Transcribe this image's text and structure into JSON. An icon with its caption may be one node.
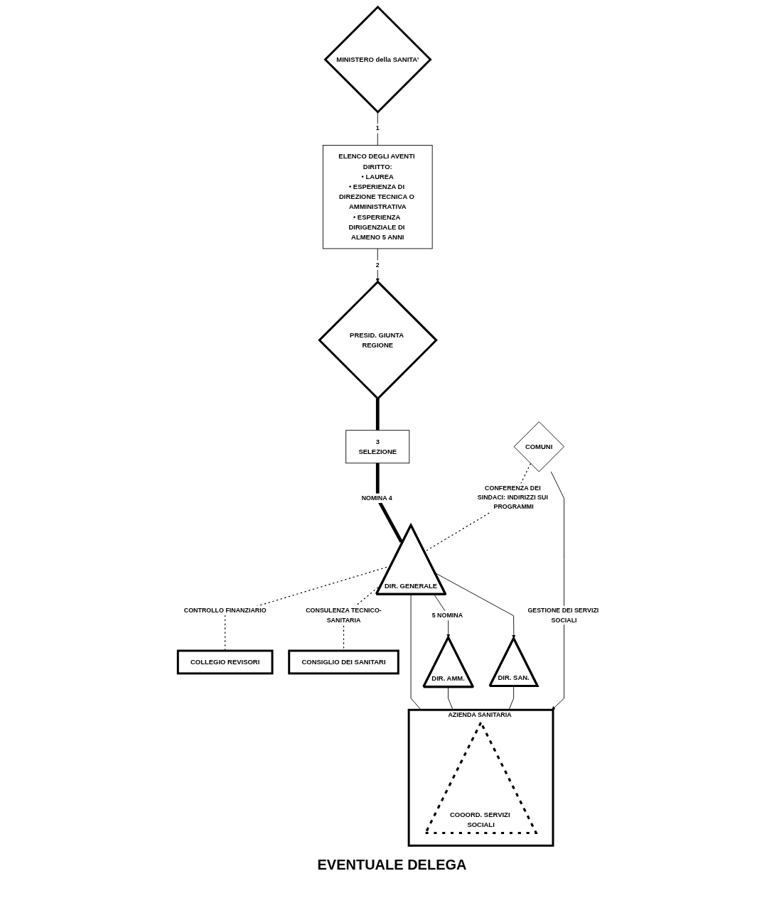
{
  "diagram": {
    "nodes": [
      {
        "text": [
          "MINISTERO della SANITA’"
        ]
      },
      {
        "text": [
          "ELENCO DEGLI AVENTI DIRITTO:",
          "• LAUREA",
          "• ESPERIENZA DI DIREZIONE TECNICA O AMMINISTRATIVA",
          "• ESPERIENZA DIRIGENZIALE DI ALMENO 5 ANNI"
        ]
      },
      {
        "text": [
          "PRESID. GIUNTA REGIONE"
        ]
      },
      {
        "text": [
          "3",
          "SELEZIONE"
        ]
      },
      {
        "text": [
          "DIR. GENERALE"
        ]
      },
      {
        "text": [
          "COMUNI"
        ]
      },
      {
        "text": [
          "COLLEGIO REVISORI"
        ]
      },
      {
        "text": [
          "CONSIGLIO DEI SANITARI"
        ]
      },
      {
        "text": [
          "DIR. AMM."
        ]
      },
      {
        "text": [
          "DIR. SAN."
        ]
      },
      {
        "text": [
          "AZIENDA SANITARIA"
        ]
      },
      {
        "text": [
          "COOORD. SERVIZI SOCIALI"
        ],
        "in": 10
      }
    ],
    "edges": [
      {
        "from": 0,
        "to": 1,
        "arrow": "none",
        "label": "1"
      },
      {
        "from": 1,
        "to": 2,
        "arrow": "to",
        "label": "2"
      },
      {
        "from": 2,
        "to": 3,
        "arrow": "none",
        "style": "thick"
      },
      {
        "from": 3,
        "to": 4,
        "arrow": "to",
        "label": "NOMINA 4",
        "style": "thick"
      },
      {
        "from": 5,
        "to": 4,
        "arrow": "none",
        "label": "CONFERENZA DEI SINDACI: INDIRIZZI SUI PROGRAMMI",
        "style": "dashed"
      },
      {
        "from": 4,
        "to": 6,
        "arrow": "none",
        "label": "CONTROLLO FINANZIARIO",
        "style": "dashed"
      },
      {
        "from": 4,
        "to": 7,
        "arrow": "none",
        "label": "CONSULENZA TECNICO-SANITARIA",
        "style": "dashed"
      },
      {
        "from": 4,
        "to": 8,
        "arrow": "to",
        "label": "5 NOMINA"
      },
      {
        "from": 4,
        "to": 9,
        "arrow": "to"
      },
      {
        "from": 4,
        "to": 10,
        "arrow": "none"
      },
      {
        "from": 8,
        "to": 10,
        "arrow": "none"
      },
      {
        "from": 9,
        "to": 10,
        "arrow": "none"
      },
      {
        "from": 5,
        "to": 10,
        "arrow": "to",
        "label": "GESTIONE DEI SERVIZI SOCIALI"
      }
    ],
    "labels": [
      "EVENTUALE DELEGA"
    ]
  }
}
